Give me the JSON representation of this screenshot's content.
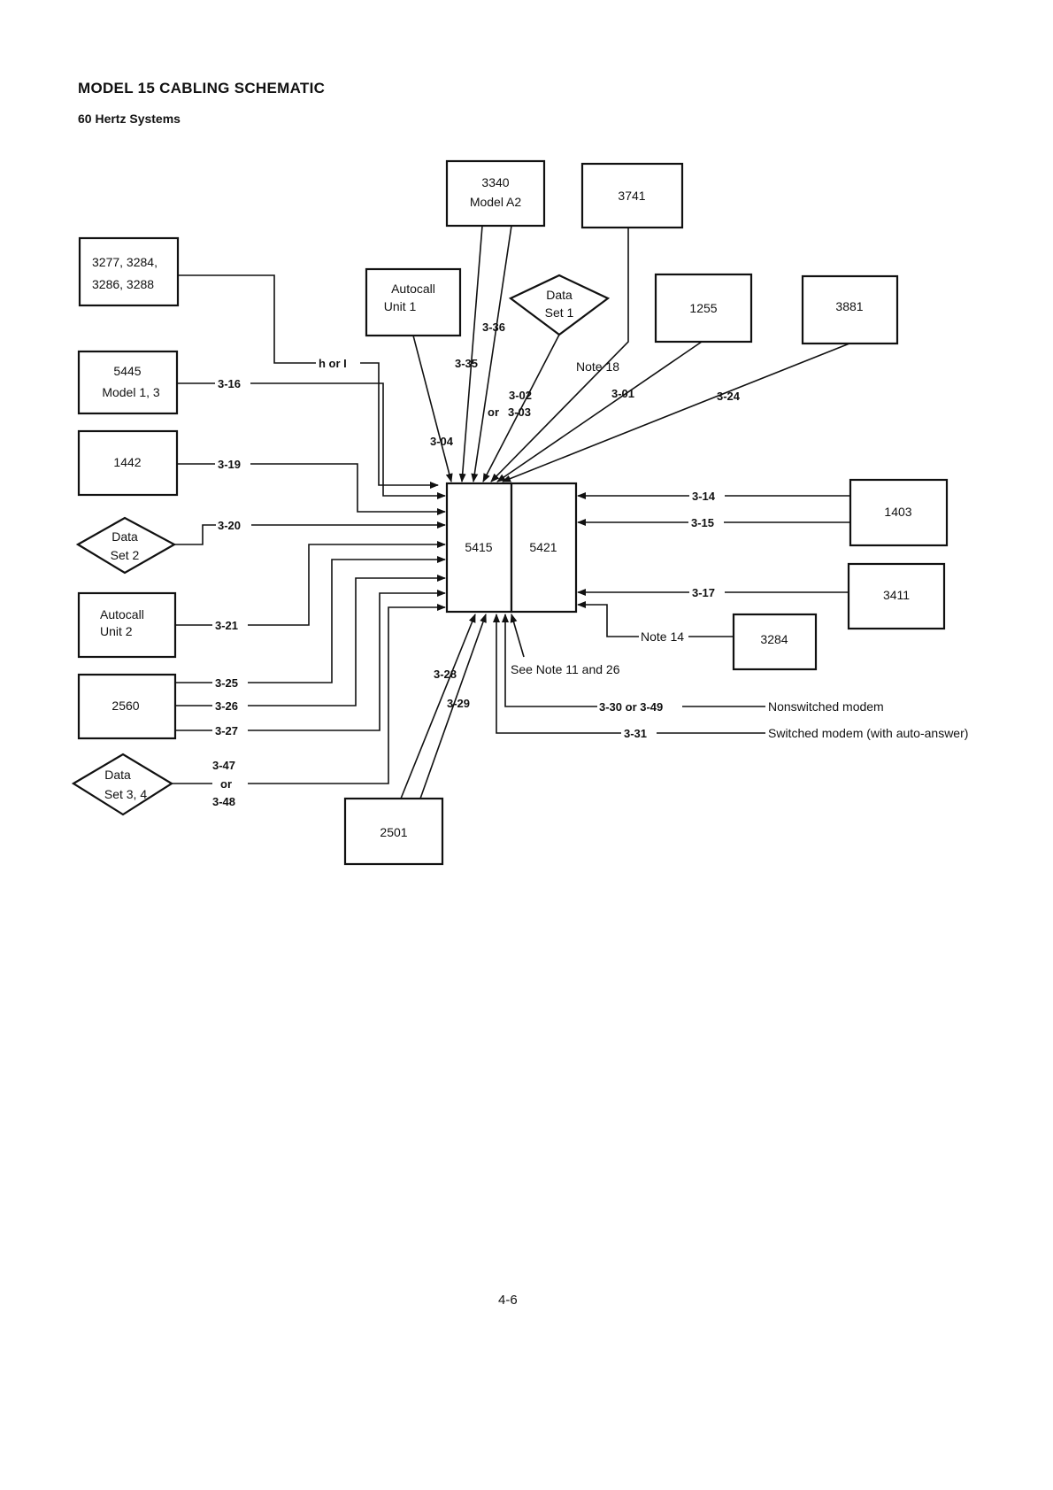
{
  "title": "MODEL 15 CABLING SCHEMATIC",
  "subtitle": "60 Hertz Systems",
  "page_number": "4-6",
  "devices": {
    "d3340_l1": "3340",
    "d3340_l2": "Model A2",
    "d3741": "3741",
    "d3277_l1": "3277, 3284,",
    "d3277_l2": "3286, 3288",
    "autocall1_l1": "Autocall",
    "autocall1_l2": "Unit 1",
    "dataset1_l1": "Data",
    "dataset1_l2": "Set 1",
    "d1255": "1255",
    "d3881": "3881",
    "d5445_l1": "5445",
    "d5445_l2": "Model 1, 3",
    "d1442": "1442",
    "dataset2_l1": "Data",
    "dataset2_l2": "Set 2",
    "d5415": "5415",
    "d5421": "5421",
    "d1403": "1403",
    "d3411": "3411",
    "d3284": "3284",
    "autocall2_l1": "Autocall",
    "autocall2_l2": "Unit 2",
    "d2560": "2560",
    "dataset34_l1": "Data",
    "dataset34_l2": "Set 3, 4",
    "d2501": "2501"
  },
  "cables": {
    "h_or_i": "h or I",
    "c316": "3-16",
    "c319": "3-19",
    "c320": "3-20",
    "c321": "3-21",
    "c325": "3-25",
    "c326": "3-26",
    "c327": "3-27",
    "c347": "3-47",
    "c347_or": "or",
    "c348": "3-48",
    "c336": "3-36",
    "c335": "3-35",
    "c304": "3-04",
    "c302": "3-02",
    "c302_or": "or",
    "c303": "3-03",
    "note18": "Note 18",
    "c301": "3-01",
    "c324": "3-24",
    "c314": "3-14",
    "c315": "3-15",
    "c317": "3-17",
    "note14": "Note 14",
    "see_note": "See Note 11 and 26",
    "c328": "3-28",
    "c329": "3-29",
    "c330": "3-30 or 3-49",
    "c331": "3-31",
    "nonswitched": "Nonswitched modem",
    "switched": "Switched modem (with auto-answer)"
  }
}
